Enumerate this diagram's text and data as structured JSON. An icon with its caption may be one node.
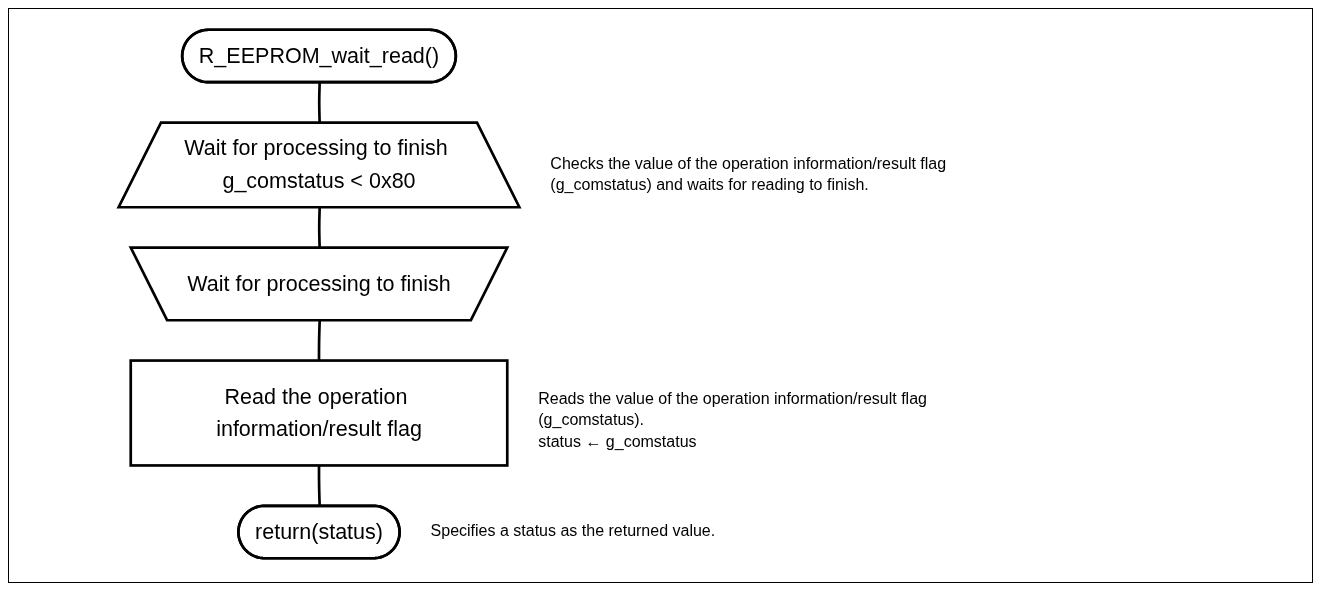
{
  "diagram": {
    "nodes": [
      {
        "text": [
          "R_EEPROM_wait_read()"
        ]
      },
      {
        "text": [
          "Wait for processing to finish g_comstatus < 0x80"
        ],
        "beside": [
          "Checks the value of the operation information/result flag (g_comstatus) and waits for reading to finish."
        ]
      },
      {
        "text": [
          "Wait for processing to finish"
        ]
      },
      {
        "text": [
          "Read the operation information/result flag"
        ],
        "beside": [
          "Reads the value of the operation information/result flag (g_comstatus).",
          "status ← g_comstatus"
        ]
      },
      {
        "text": [
          "return(status)"
        ],
        "beside": [
          "Specifies a status as the returned value."
        ]
      }
    ],
    "edges": [
      {
        "from": 0,
        "to": 1,
        "arrow": "none"
      },
      {
        "from": 1,
        "to": 2,
        "arrow": "none"
      },
      {
        "from": 2,
        "to": 3,
        "arrow": "none"
      },
      {
        "from": 3,
        "to": 4,
        "arrow": "none"
      }
    ]
  }
}
